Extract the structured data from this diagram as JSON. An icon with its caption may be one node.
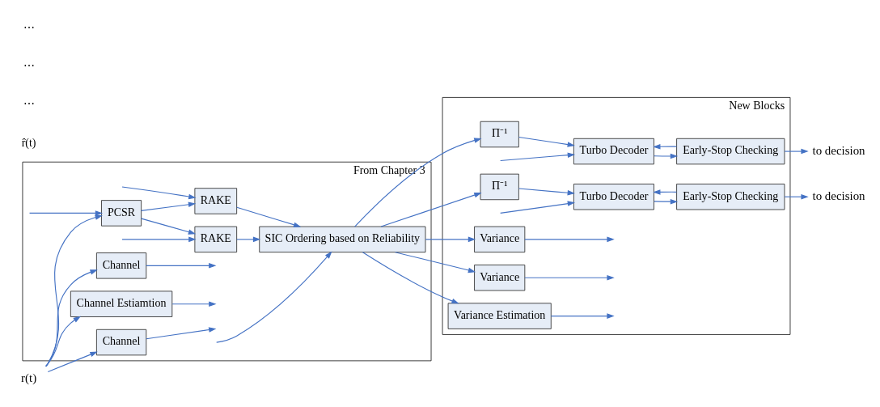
{
  "diagram": {
    "nodes": [
      {
        "text": [
          "From Chapter 3"
        ]
      },
      {
        "text": [
          "Channel"
        ],
        "in": 0
      },
      {
        "text": [
          "Channel"
        ],
        "in": 0
      },
      {
        "text": [
          "Channel Estiamtion"
        ],
        "in": 0
      },
      {
        "text": [
          "PCSR"
        ],
        "in": 0
      },
      {
        "text": [
          "RAKE"
        ],
        "in": 0
      },
      {
        "text": [
          "RAKE"
        ],
        "in": 0
      },
      {
        "text": [
          "SIC Ordering based on Reliability"
        ],
        "in": 0
      },
      {
        "text": [
          "New Blocks"
        ]
      },
      {
        "text": [
          "Π⁻¹"
        ],
        "in": 8
      },
      {
        "text": [
          "Turbo Decoder"
        ],
        "in": 8
      },
      {
        "text": [
          "Early-Stop Checking"
        ],
        "in": 8
      },
      {
        "text": [
          "Π⁻¹"
        ],
        "in": 8
      },
      {
        "text": [
          "Turbo Decoder"
        ],
        "in": 8
      },
      {
        "text": [
          "Early-Stop Checking"
        ],
        "in": 8
      },
      {
        "text": [
          "Variance"
        ],
        "in": 8
      },
      {
        "text": [
          "Variance"
        ],
        "in": 8
      },
      {
        "text": [
          "Variance Estimation"
        ],
        "in": 8
      },
      {
        "text": [
          "to decision"
        ]
      },
      {
        "text": [
          "to decision"
        ]
      },
      {
        "text": [
          "r(t)"
        ]
      }
    ],
    "edges": [
      {
        "from": 20,
        "to": 4,
        "arrow": "to"
      },
      {
        "from": 20,
        "to": 1,
        "arrow": "to"
      },
      {
        "from": 20,
        "to": 2,
        "arrow": "to"
      },
      {
        "from": 20,
        "to": 3,
        "arrow": "to"
      },
      {
        "from": 1,
        "to": null,
        "arrow": "to"
      },
      {
        "from": 2,
        "to": null,
        "arrow": "to"
      },
      {
        "from": 3,
        "to": null,
        "arrow": "to"
      },
      {
        "from": null,
        "to": 4,
        "arrow": "to"
      },
      {
        "from": null,
        "to": 5,
        "arrow": "to"
      },
      {
        "from": null,
        "to": 6,
        "arrow": "to"
      },
      {
        "from": null,
        "to": 7,
        "arrow": "to"
      },
      {
        "from": 4,
        "to": 5,
        "arrow": "to"
      },
      {
        "from": 4,
        "to": 6,
        "arrow": "to"
      },
      {
        "from": 5,
        "to": 7,
        "arrow": "to"
      },
      {
        "from": 6,
        "to": 7,
        "arrow": "to"
      },
      {
        "from": 7,
        "to": 9,
        "arrow": "to"
      },
      {
        "from": 7,
        "to": 12,
        "arrow": "to"
      },
      {
        "from": 7,
        "to": 15,
        "arrow": "to"
      },
      {
        "from": 7,
        "to": 16,
        "arrow": "to"
      },
      {
        "from": 7,
        "to": 17,
        "arrow": "to"
      },
      {
        "from": 9,
        "to": 10,
        "arrow": "to"
      },
      {
        "from": 10,
        "to": 11,
        "arrow": "to"
      },
      {
        "from": 11,
        "to": 10,
        "arrow": "to"
      },
      {
        "from": 11,
        "to": 18,
        "arrow": "to"
      },
      {
        "from": 12,
        "to": 13,
        "arrow": "to"
      },
      {
        "from": 13,
        "to": 14,
        "arrow": "to"
      },
      {
        "from": 14,
        "to": 13,
        "arrow": "to"
      },
      {
        "from": 14,
        "to": 19,
        "arrow": "to"
      },
      {
        "from": null,
        "to": 10,
        "arrow": "to"
      },
      {
        "from": null,
        "to": 13,
        "arrow": "to"
      },
      {
        "from": 15,
        "to": null,
        "arrow": "to"
      },
      {
        "from": 16,
        "to": null,
        "arrow": "to"
      },
      {
        "from": 17,
        "to": null,
        "arrow": "to"
      }
    ],
    "labels": [
      "r̂(t)",
      "⋯",
      "⋯",
      "⋯"
    ]
  }
}
